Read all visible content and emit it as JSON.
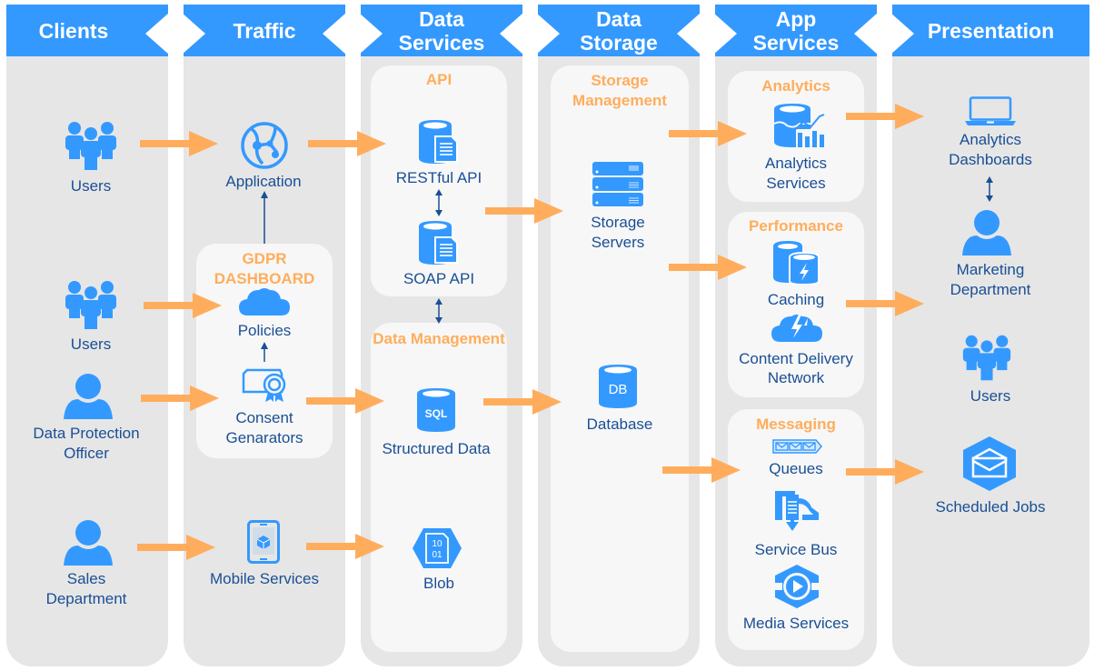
{
  "colors": {
    "header_blue": "#3399ff",
    "accent_orange": "#ffad5c",
    "text_navy": "#1a4f94",
    "column_gray": "#e6e6e6",
    "panel_white": "#f7f7f7"
  },
  "headers": [
    {
      "label": "Clients"
    },
    {
      "label": "Traffic"
    },
    {
      "label": "Data Services"
    },
    {
      "label": "Data Storage"
    },
    {
      "label": "App Services"
    },
    {
      "label": "Presentation"
    }
  ],
  "clients": {
    "users1": "Users",
    "users2": "Users",
    "dpo": "Data Protection Officer",
    "sales": "Sales Department"
  },
  "traffic": {
    "application": "Application",
    "gdpr_title": "GDPR DASHBOARD",
    "policies": "Policies",
    "consent": "Consent Genarators",
    "mobile": "Mobile Services"
  },
  "data_services": {
    "api_title": "API",
    "restful": "RESTful API",
    "soap": "SOAP API",
    "dm_title": "Data Management",
    "structured": "Structured Data",
    "blob": "Blob",
    "sql_text": "SQL",
    "blob_text_1": "10",
    "blob_text_2": "01"
  },
  "data_storage": {
    "sm_title": "Storage Management",
    "servers": "Storage Servers",
    "database": "Database",
    "db_text": "DB"
  },
  "app_services": {
    "analytics_title": "Analytics",
    "analytics_services": "Analytics Services",
    "performance_title": "Performance",
    "caching": "Caching",
    "cdn": "Content Delivery Network",
    "messaging_title": "Messaging",
    "queues": "Queues",
    "service_bus": "Service Bus",
    "media": "Media Services"
  },
  "presentation": {
    "analytics_dashboards": "Analytics Dashboards",
    "marketing": "Marketing Department",
    "users": "Users",
    "scheduled_jobs": "Scheduled Jobs"
  }
}
